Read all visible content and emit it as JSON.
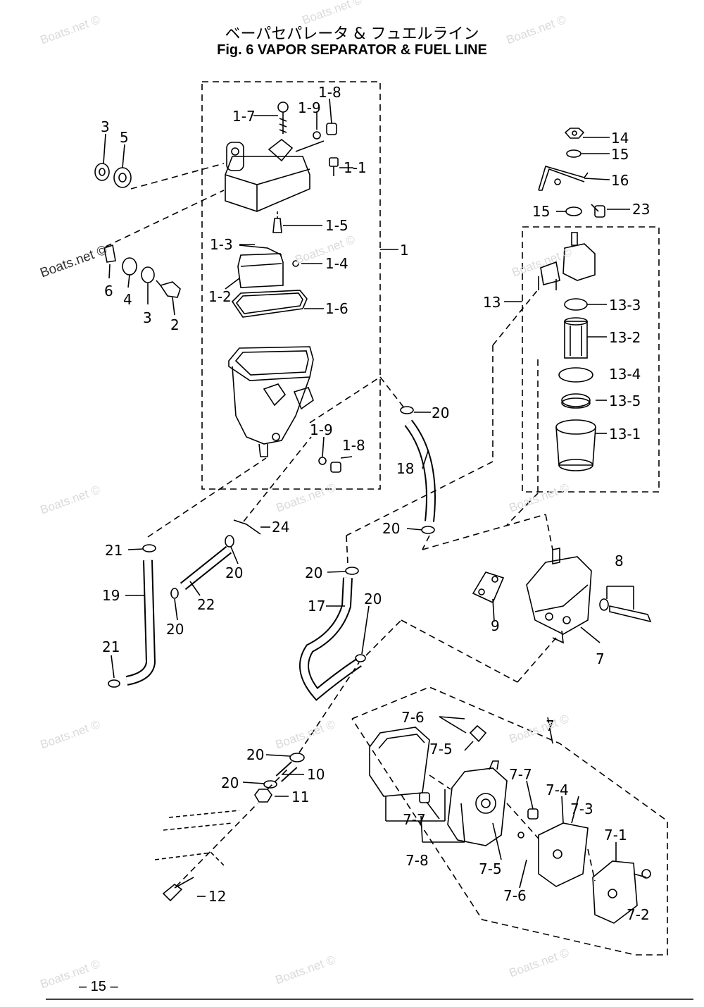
{
  "title": {
    "japanese": "ベーパセパレータ & フュエルライン",
    "english": "Fig. 6    VAPOR SEPARATOR & FUEL LINE"
  },
  "page_number": "– 15 –",
  "watermark": "Boats.net ©",
  "callouts": {
    "c1": "1",
    "c1_1": "1-1",
    "c1_2": "1-2",
    "c1_3": "1-3",
    "c1_4": "1-4",
    "c1_5": "1-5",
    "c1_6": "1-6",
    "c1_7": "1-7",
    "c1_8a": "1-8",
    "c1_8b": "1-8",
    "c1_9a": "1-9",
    "c1_9b": "1-9",
    "c2": "2",
    "c3a": "3",
    "c3b": "3",
    "c4": "4",
    "c5": "5",
    "c6": "6",
    "c7a": "7",
    "c7b": "7",
    "c7_1": "7-1",
    "c7_2": "7-2",
    "c7_3": "7-3",
    "c7_4": "7-4",
    "c7_5a": "7-5",
    "c7_5b": "7-5",
    "c7_6a": "7-6",
    "c7_6b": "7-6",
    "c7_7a": "7-7",
    "c7_7b": "7-7",
    "c7_8": "7-8",
    "c8": "8",
    "c9": "9",
    "c10": "10",
    "c11": "11",
    "c12": "12",
    "c13": "13",
    "c13_1": "13-1",
    "c13_2": "13-2",
    "c13_3": "13-3",
    "c13_4": "13-4",
    "c13_5": "13-5",
    "c14": "14",
    "c15a": "15",
    "c15b": "15",
    "c16": "16",
    "c17": "17",
    "c18": "18",
    "c19": "19",
    "c20a": "20",
    "c20b": "20",
    "c20c": "20",
    "c20d": "20",
    "c20e": "20",
    "c20f": "20",
    "c20g": "20",
    "c20h": "20",
    "c21a": "21",
    "c21b": "21",
    "c22": "22",
    "c23": "23",
    "c24": "24"
  }
}
